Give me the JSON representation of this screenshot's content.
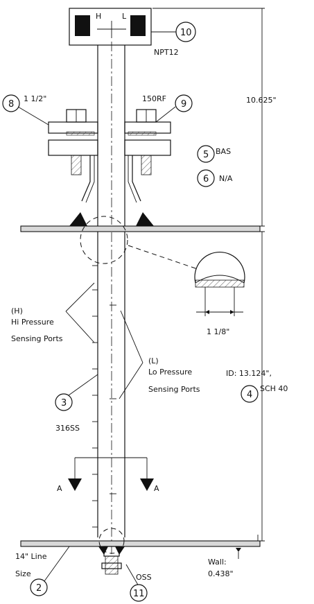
{
  "head_labels": {
    "high": "H",
    "low": "L"
  },
  "callouts": {
    "c2": "2",
    "c3": "3",
    "c4": "4",
    "c5": "5",
    "c6": "6",
    "c8": "8",
    "c9": "9",
    "c10": "10",
    "c11": "11"
  },
  "labels": {
    "npt": "NPT12",
    "size_8": "1 1/2\"",
    "rating_9": "150RF",
    "dim_overall": "10.625\"",
    "bas": "BAS",
    "na": "N/A",
    "detail_dim": "1 1/8\"",
    "hi_ports": [
      "(H)",
      "Hi Pressure",
      "Sensing Ports"
    ],
    "lo_ports": [
      "(L)",
      "Lo Pressure",
      "Sensing Ports"
    ],
    "id_line": "ID: 13.124\",",
    "schedule": "SCH 40",
    "material": "316SS",
    "section_a": "A",
    "line_size": [
      "14\" Line",
      "Size"
    ],
    "oss": "OSS",
    "wall_label": "Wall:",
    "wall_value": "0.438\""
  }
}
